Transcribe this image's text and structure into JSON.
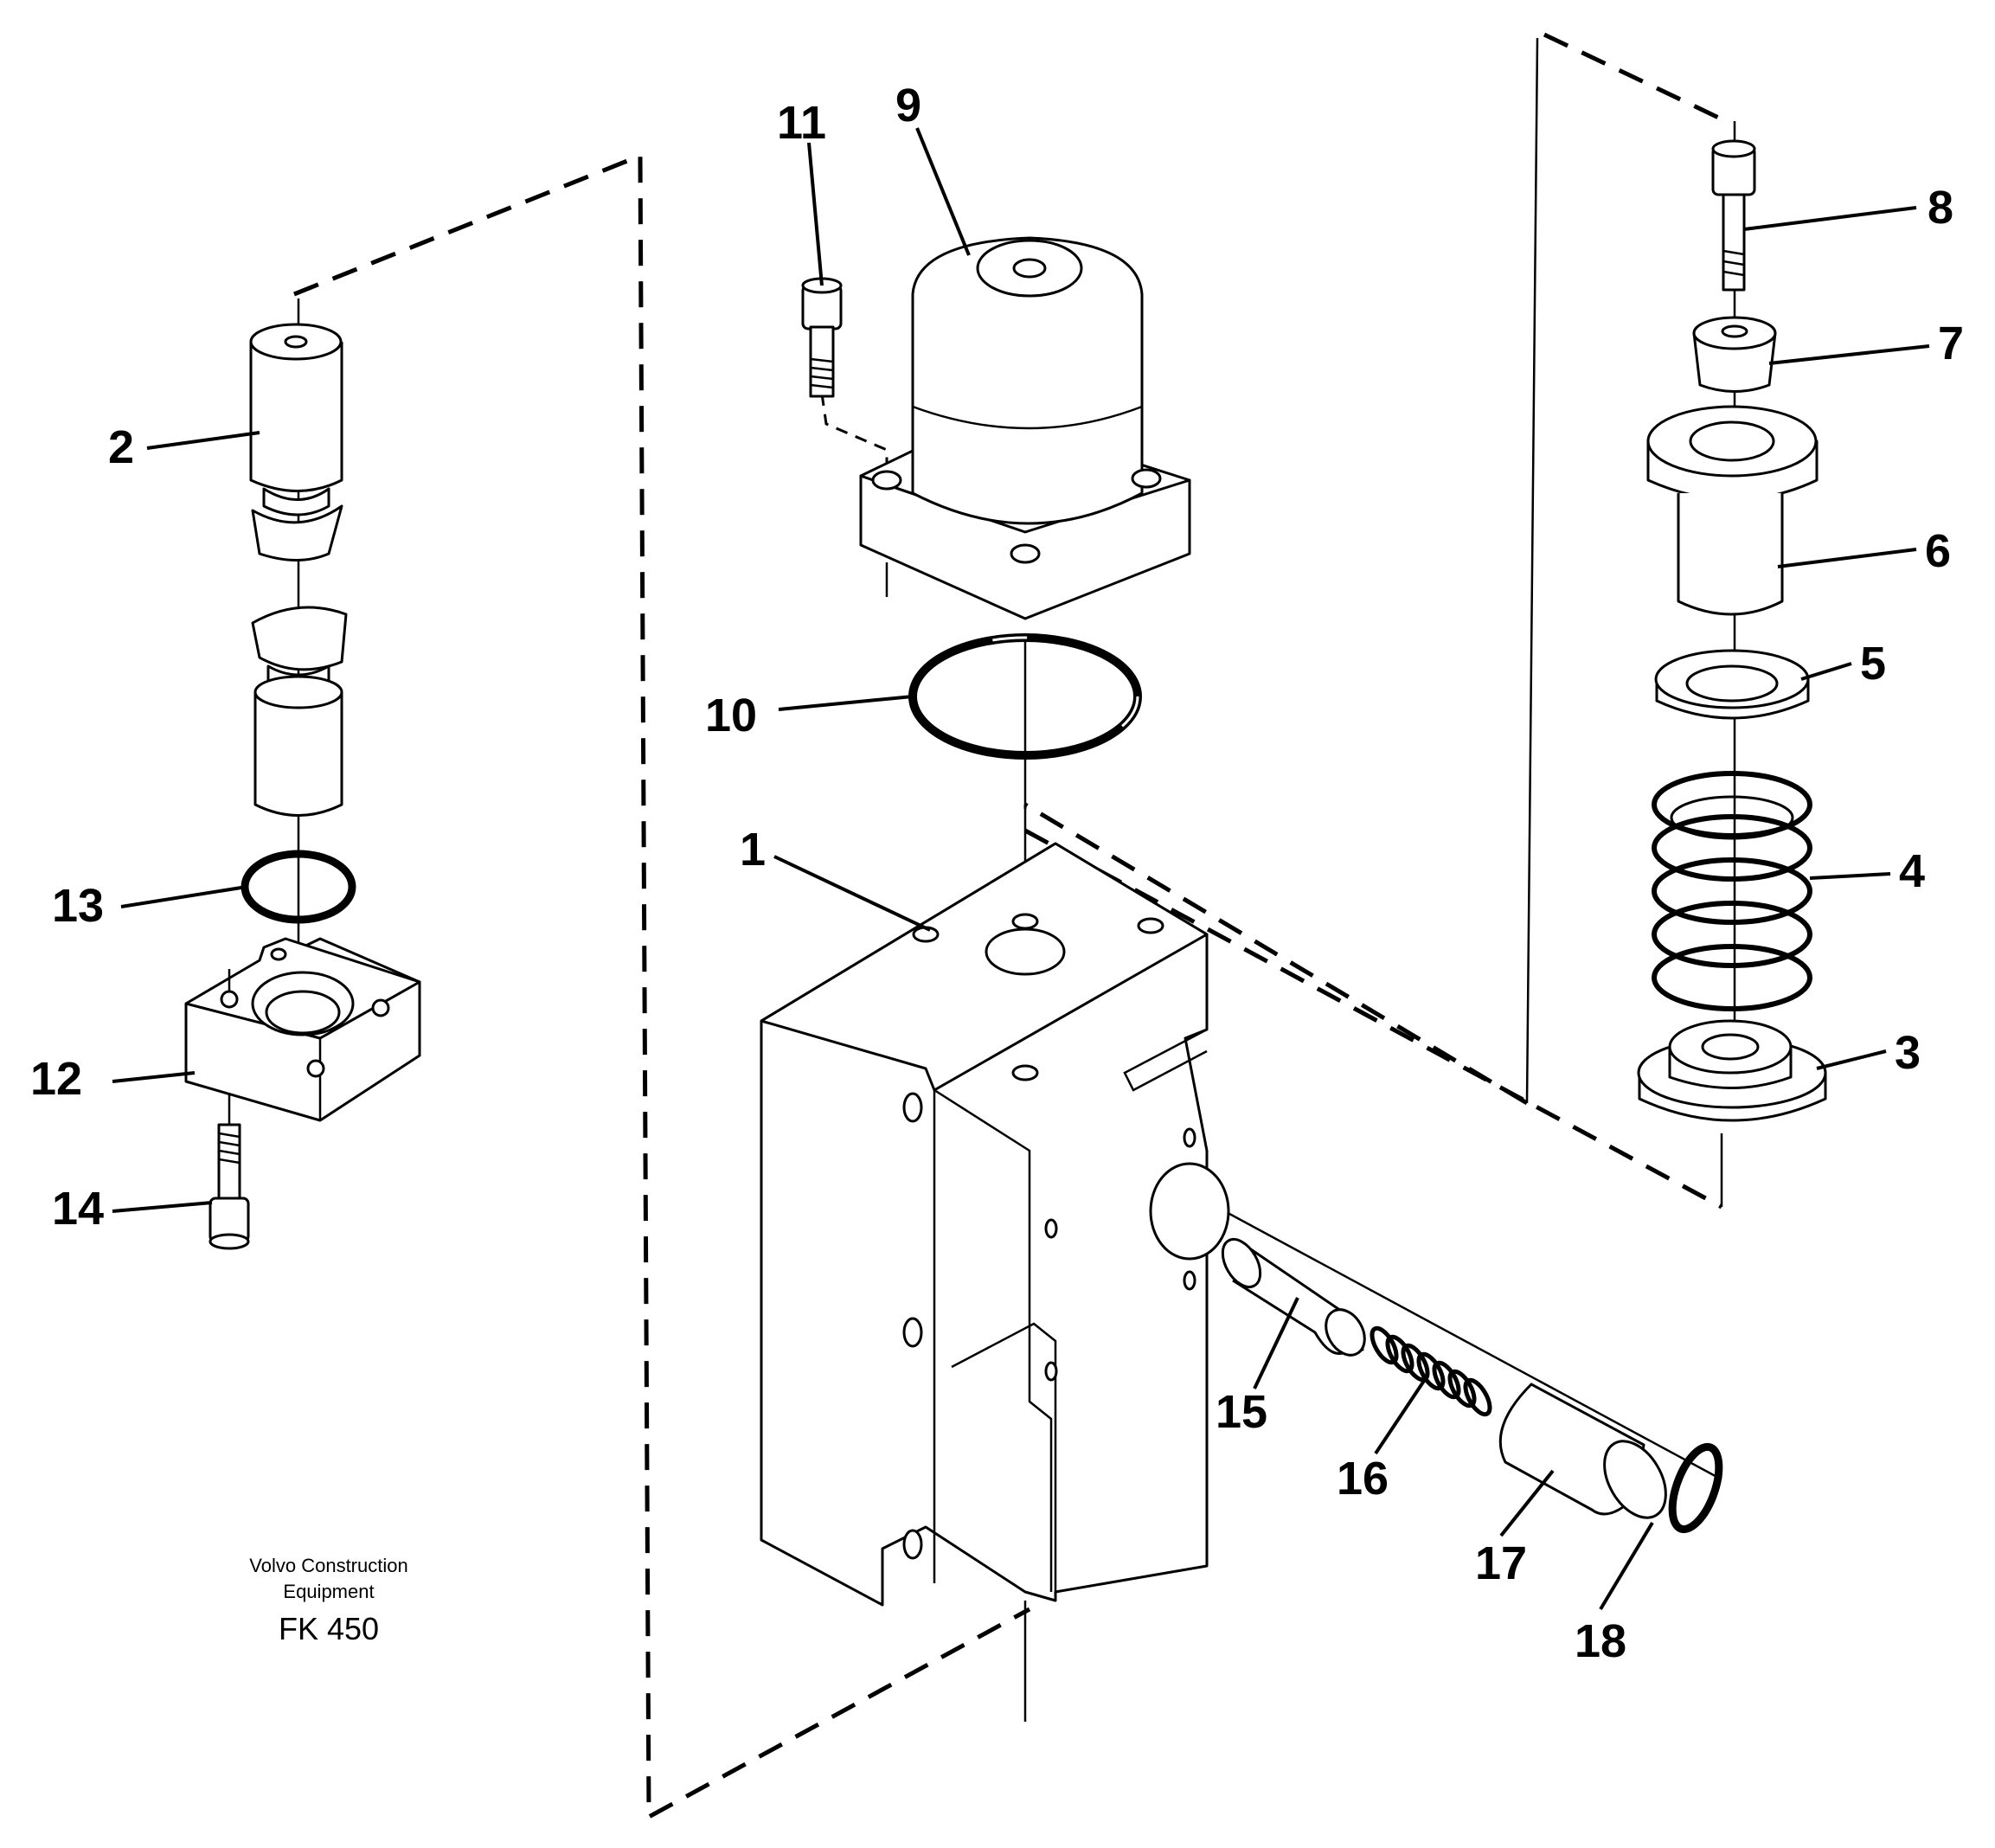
{
  "callouts": [
    "1",
    "2",
    "3",
    "4",
    "5",
    "6",
    "7",
    "8",
    "9",
    "10",
    "11",
    "12",
    "13",
    "14",
    "15",
    "16",
    "17",
    "18"
  ],
  "caption": {
    "line1": "Volvo Construction",
    "line2": "Equipment",
    "code": "FK 450"
  }
}
